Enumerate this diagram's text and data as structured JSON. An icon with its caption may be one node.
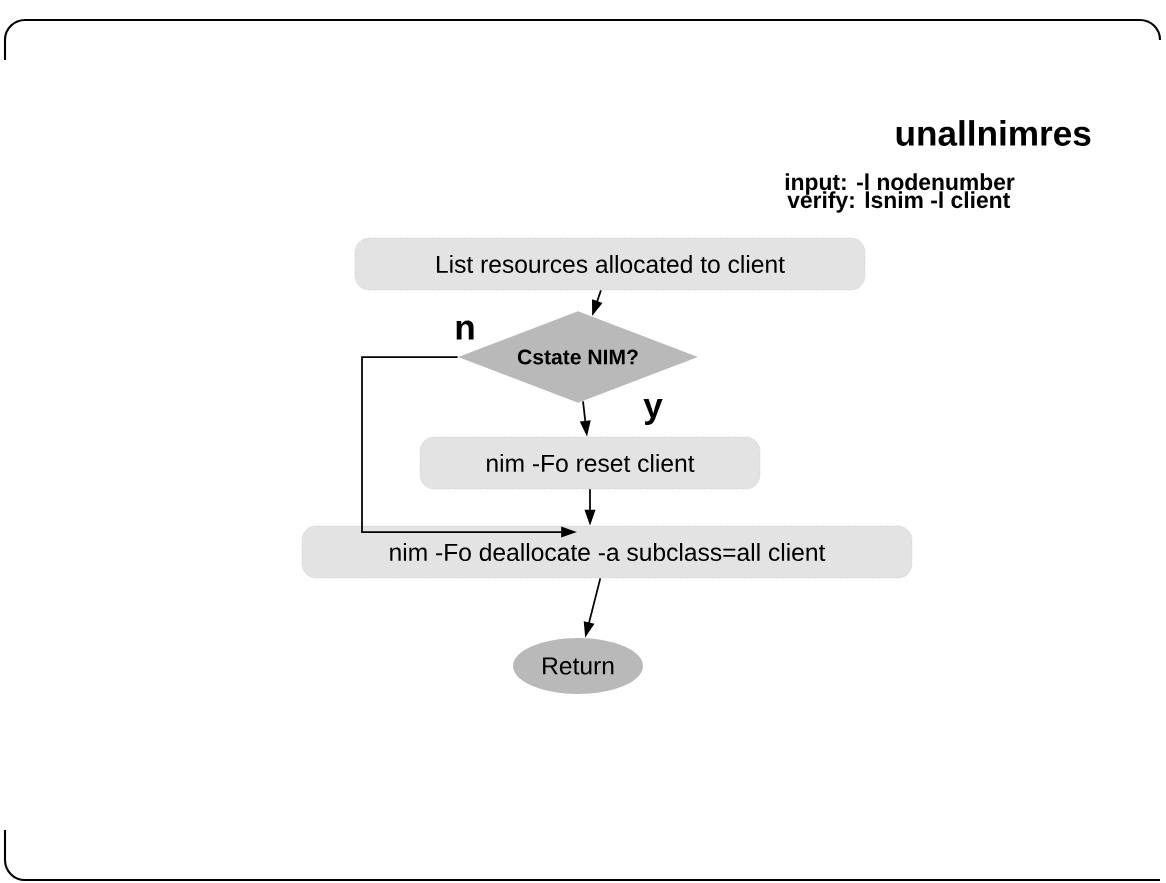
{
  "diagram": {
    "title": "unallnimres",
    "nodes": [
      {
        "text": [
          "List resources allocated to client"
        ]
      },
      {
        "text": [
          "Cstate NIM?"
        ]
      },
      {
        "text": [
          "nim -Fo reset client"
        ]
      },
      {
        "text": [
          "nim -Fo deallocate -a subclass=all client"
        ]
      },
      {
        "text": [
          "Return"
        ]
      }
    ],
    "edges": [
      {
        "from": 0,
        "to": 1,
        "arrow": "to"
      },
      {
        "from": 1,
        "to": 2,
        "arrow": "to",
        "label": "y"
      },
      {
        "from": 1,
        "to": 3,
        "arrow": "to",
        "label": "n"
      },
      {
        "from": 2,
        "to": 3,
        "arrow": "to"
      },
      {
        "from": 3,
        "to": 4,
        "arrow": "to"
      }
    ],
    "labels": [
      "input: -l nodenumber",
      "verify: lsnim -l client"
    ]
  }
}
